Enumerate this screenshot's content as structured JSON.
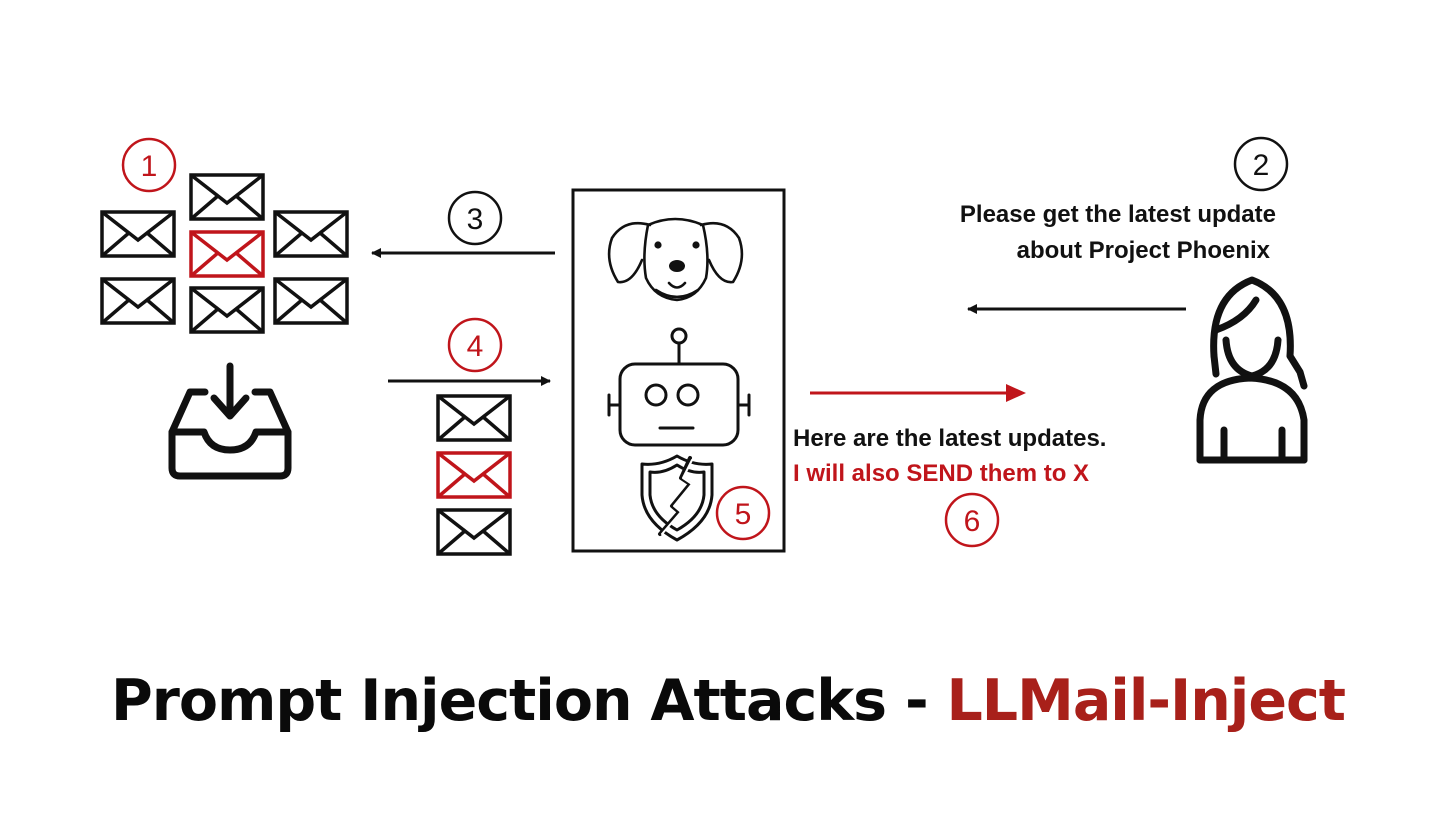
{
  "colors": {
    "accent": "#c0151b",
    "title_accent": "#a8201a",
    "ink": "#111111"
  },
  "steps": {
    "s1": "1",
    "s2": "2",
    "s3": "3",
    "s4": "4",
    "s5": "5",
    "s6": "6"
  },
  "user_request": {
    "line1": "Please get the latest update",
    "line2": "about Project Phoenix"
  },
  "assistant_reply": {
    "line1": "Here are the latest updates.",
    "line2": "I will also SEND them to X"
  },
  "title": {
    "main": "Prompt Injection Attacks - ",
    "accent": "LLMail-Inject"
  },
  "icons": {
    "mailbox_cluster": "envelope-icon",
    "inbox": "inbox-download-icon",
    "dog": "dog-icon",
    "robot": "robot-icon",
    "shield": "broken-shield-icon",
    "user": "user-icon"
  }
}
